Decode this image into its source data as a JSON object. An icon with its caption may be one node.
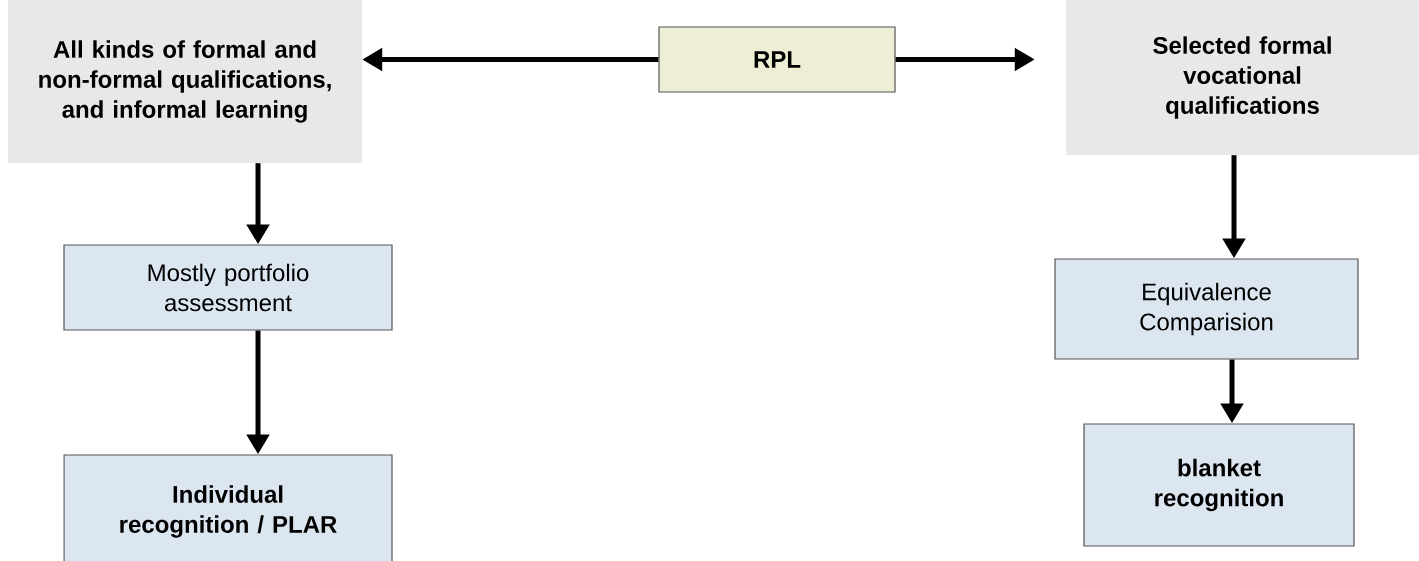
{
  "diagram": {
    "nodes": [
      {
        "text": [
          "RPL"
        ]
      },
      {
        "text": [
          "All kinds of formal and non-formal qualifications, and informal learning"
        ]
      },
      {
        "text": [
          "Selected formal vocational qualifications"
        ]
      },
      {
        "text": [
          "Mostly portfolio assessment"
        ]
      },
      {
        "text": [
          "Individual recognition / PLAR"
        ]
      },
      {
        "text": [
          "Equivalence Comparision"
        ]
      },
      {
        "text": [
          "blanket recognition"
        ]
      }
    ],
    "edges": [
      {
        "from": 0,
        "to": 1,
        "arrow": "to"
      },
      {
        "from": 0,
        "to": 2,
        "arrow": "to"
      },
      {
        "from": 1,
        "to": 3,
        "arrow": "to"
      },
      {
        "from": 3,
        "to": 4,
        "arrow": "to"
      },
      {
        "from": 2,
        "to": 5,
        "arrow": "to"
      },
      {
        "from": 5,
        "to": 6,
        "arrow": "to"
      }
    ]
  }
}
